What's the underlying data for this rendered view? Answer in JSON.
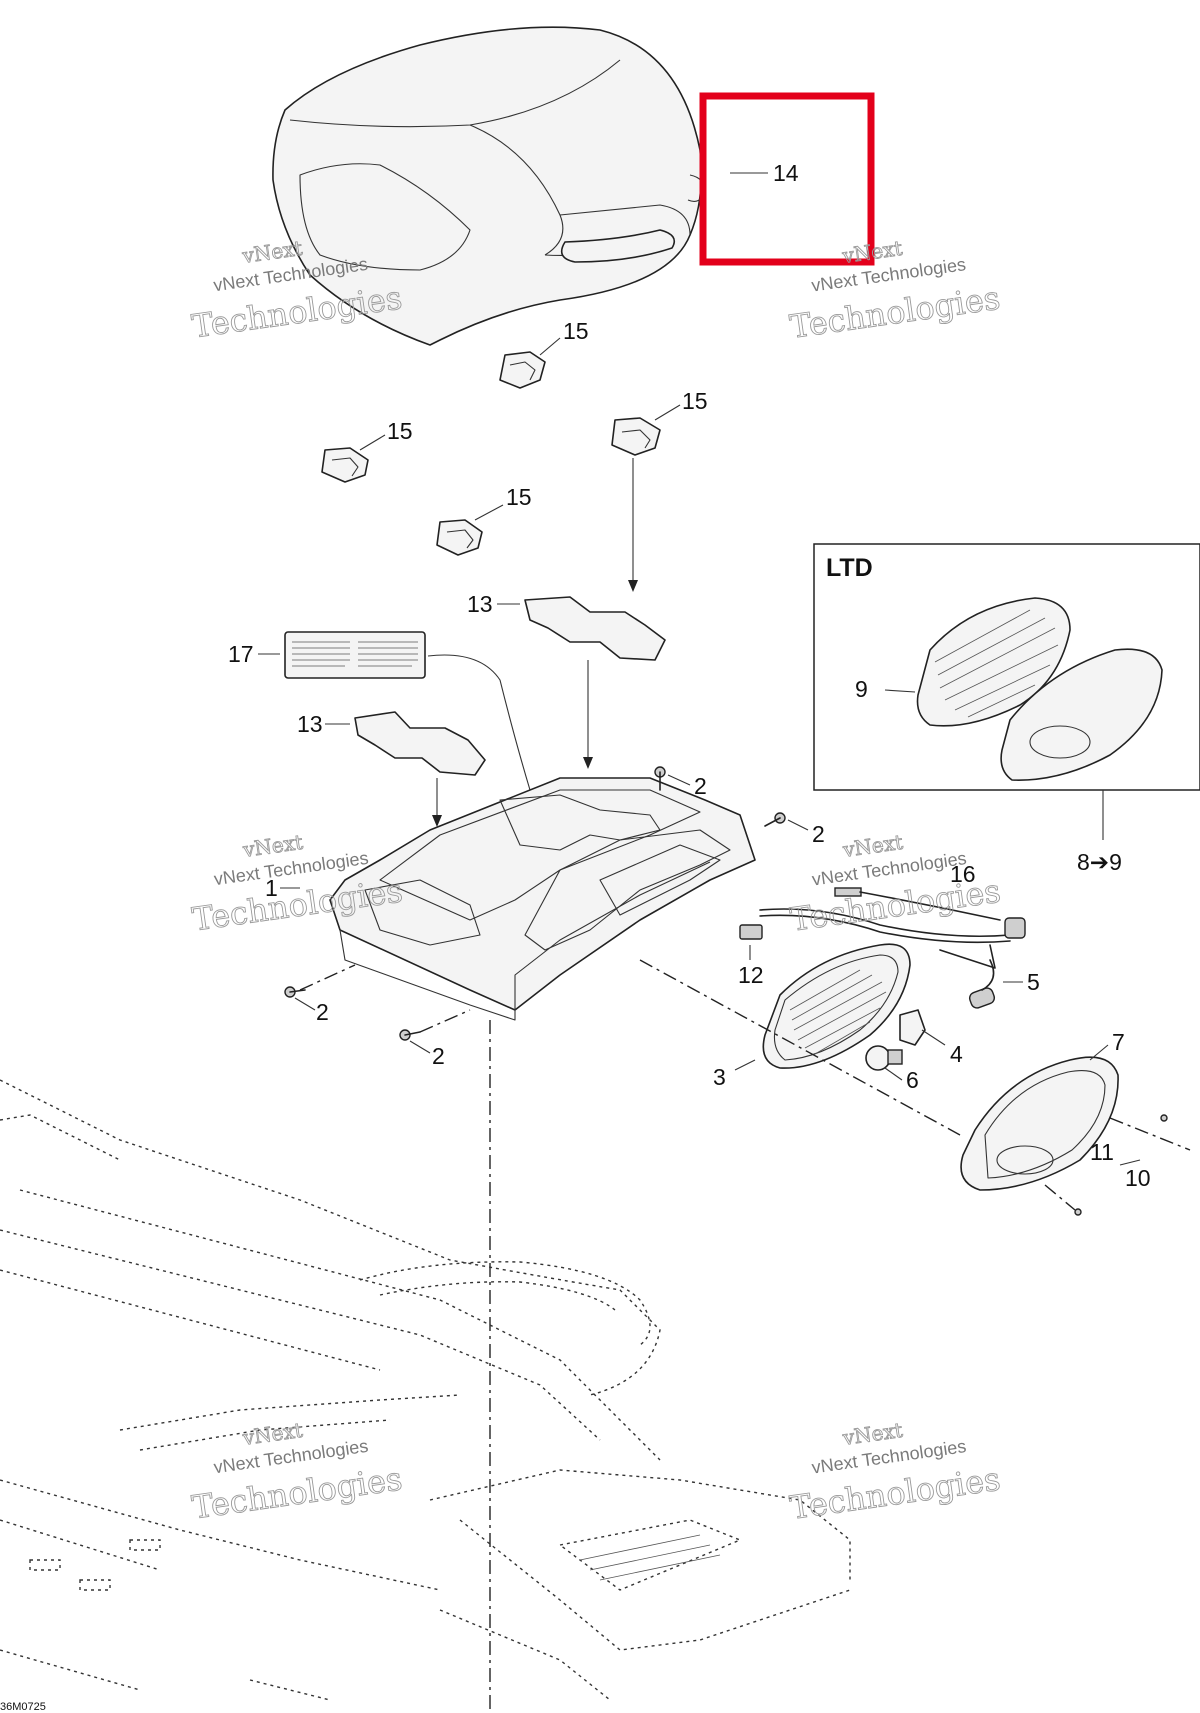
{
  "callouts": {
    "c1": "1",
    "c2": "2",
    "c3": "3",
    "c4": "4",
    "c5": "5",
    "c6": "6",
    "c7": "7",
    "c8_9": "8➔9",
    "c9": "9",
    "c10": "10",
    "c11": "11",
    "c12": "12",
    "c13": "13",
    "c14": "14",
    "c15": "15",
    "c16": "16",
    "c17": "17"
  },
  "inset": {
    "title": "LTD"
  },
  "watermark": {
    "line1": "vNext",
    "line2": "vNext Technologies",
    "line3": "Technologies"
  },
  "figure_code": "36M0725",
  "highlight": {
    "target": "14",
    "color": "#e3001b"
  }
}
